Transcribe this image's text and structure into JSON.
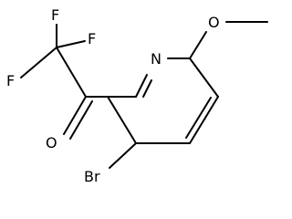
{
  "molecule": {
    "atoms": {
      "F_top": "F",
      "F_left": "F",
      "F_right": "F",
      "O_carbonyl": "O",
      "N_ring": "N",
      "O_methoxy": "O",
      "Br": "Br"
    }
  }
}
